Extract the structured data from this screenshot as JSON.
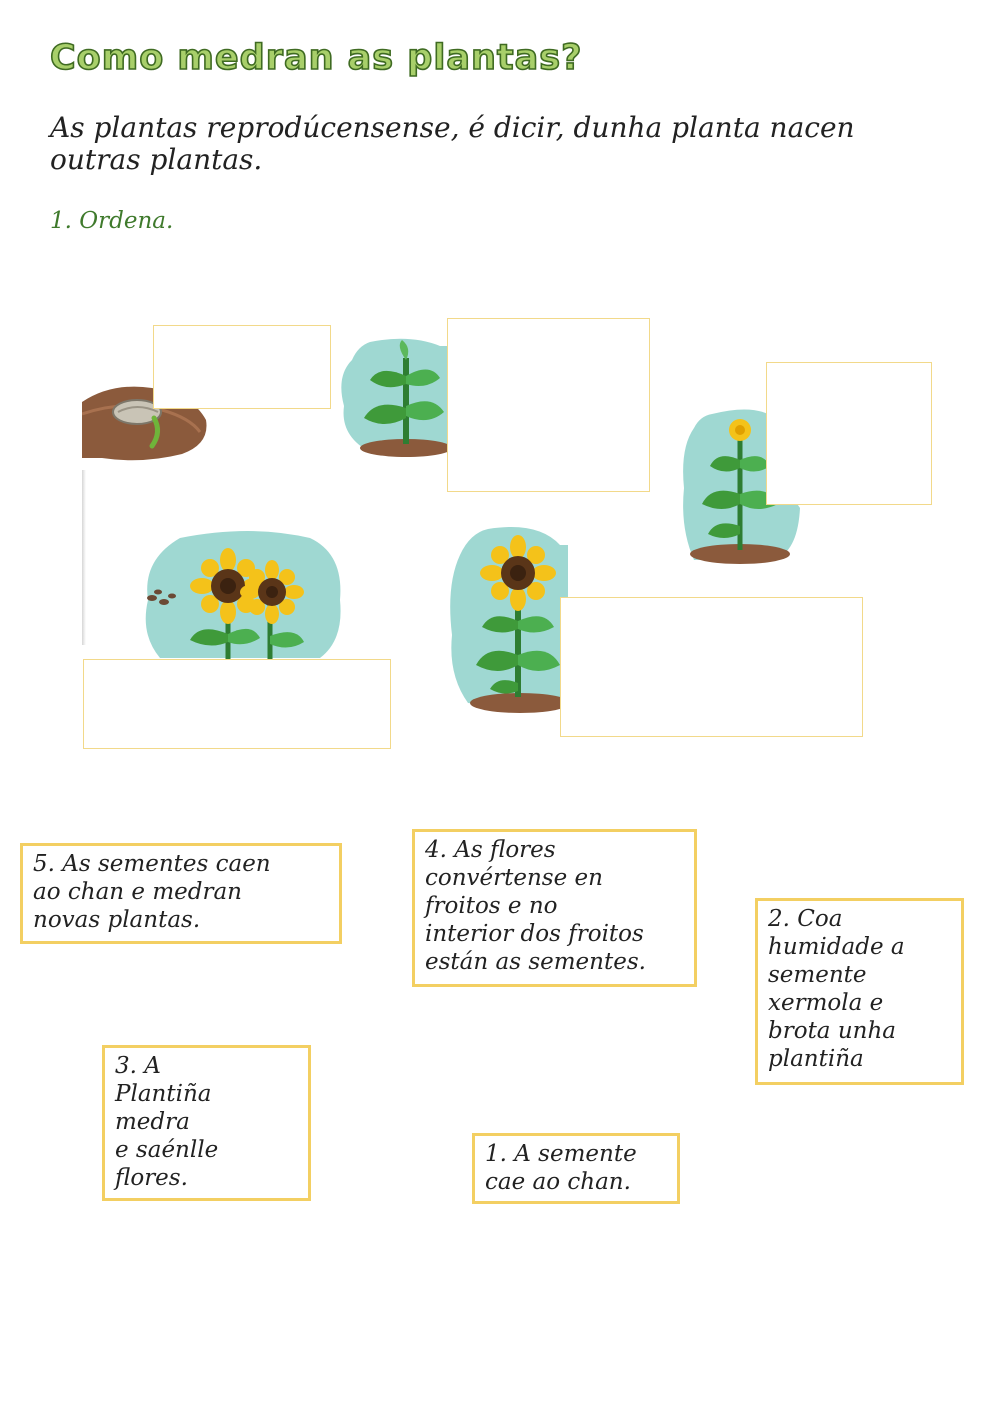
{
  "title": "Como medran as plantas?",
  "intro": "As plantas reprodúcensense, é dicir,  dunha planta nacen outras plantas.",
  "instruction": "1. Ordena.",
  "images": [
    {
      "name": "seed-in-soil-image"
    },
    {
      "name": "young-sprout-image"
    },
    {
      "name": "budding-sunflower-image"
    },
    {
      "name": "sunflowers-dropping-seeds-image"
    },
    {
      "name": "flowering-sunflower-image"
    }
  ],
  "cards": [
    {
      "text": "5. As sementes caen\nao chan e medran\nnovas plantas."
    },
    {
      "text": "4. As flores\nconvértense en\nfroitos e no\ninterior dos froitos\nestán as sementes."
    },
    {
      "text": "2. Coa\nhumidade a\nsemente\nxermola e\nbrota unha\nplantiña"
    },
    {
      "text": "3. A\nPlantiña\nmedra\ne saénlle\nflores."
    },
    {
      "text": "1. A semente\ncae ao chan."
    }
  ],
  "colors": {
    "title_fill": "#a8cf6a",
    "title_outline": "#3f6b22",
    "instruction": "#3f7a2c",
    "card_border": "#f3cf62",
    "drop_border": "#f2d98a",
    "image_bg": "#9fd8d2",
    "soil": "#8b5a3c",
    "leaf": "#3f9a3a",
    "petal": "#f4c21a"
  }
}
